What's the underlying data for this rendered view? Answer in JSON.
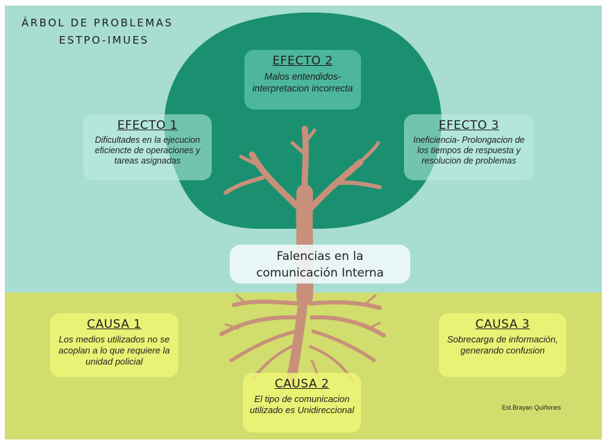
{
  "title": {
    "line1": "ÁRBOL DE PROBLEMAS",
    "line2": "ESTPO-IMUES"
  },
  "problem": {
    "line1": "Falencias en la",
    "line2": "comunicación Interna"
  },
  "effects": [
    {
      "heading": "EFECTO 1",
      "text": "Dificultades en la ejecucion eficiencte de operaciones y tareas asignadas"
    },
    {
      "heading": "EFECTO 2",
      "text": "Malos entendidos-interpretacion incorrecta"
    },
    {
      "heading": "EFECTO 3",
      "text": "Ineficiencia- Prolongacion de los tiempos de respuesta y resolucion de problemas"
    }
  ],
  "causes": [
    {
      "heading": "CAUSA 1",
      "text": "Los medios utilizados no se acoplan a lo que requiere la unidad policial"
    },
    {
      "heading": "CAUSA 2",
      "text": "El tipo de comunicacion utilizado es Unidireccional"
    },
    {
      "heading": "CAUSA 3",
      "text": "Sobrecarga de información, generando confusion"
    }
  ],
  "signature": "Est.Brayan Quiñones",
  "colors": {
    "sky": "#a8ddd1",
    "ground": "#d1dd6c",
    "canopy": "#1a9070",
    "trunk": "#c8907a"
  }
}
